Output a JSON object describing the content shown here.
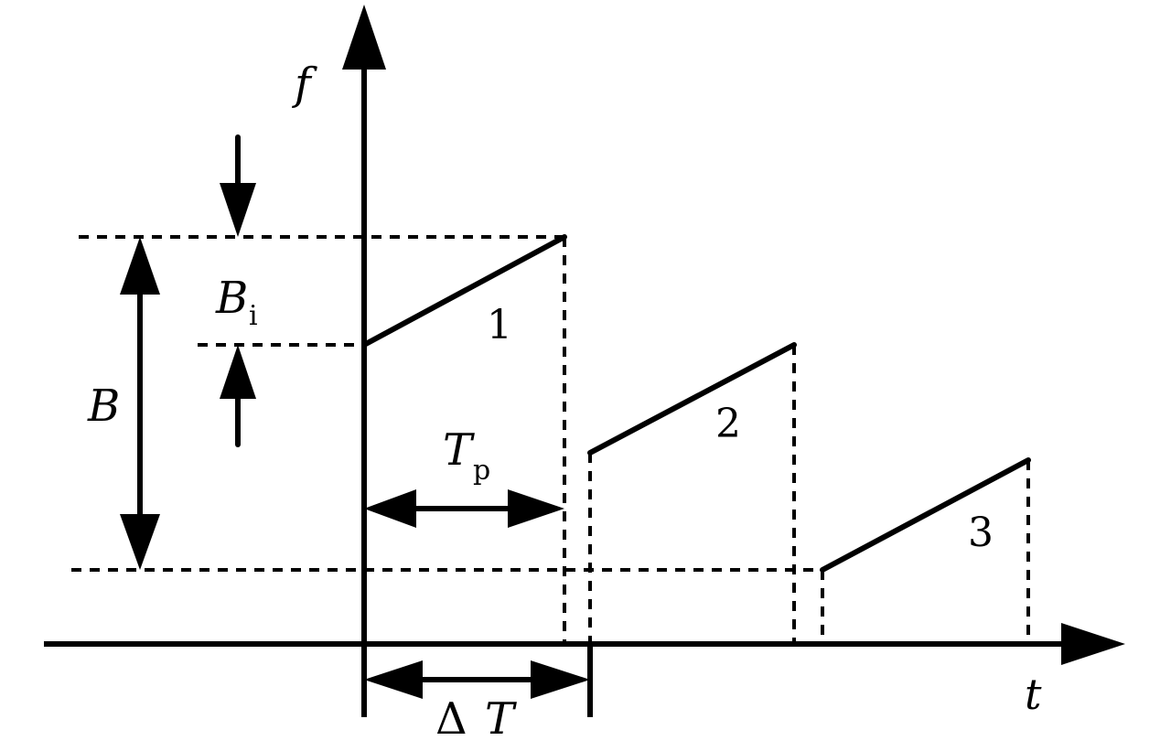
{
  "labels": {
    "f_axis": "f",
    "t_axis": "t",
    "B": "B",
    "Bi_main": "B",
    "Bi_sub": "i",
    "Tp_main": "T",
    "Tp_sub": "p",
    "delta": "Δ",
    "deltaT_T": "T",
    "chirp_1": "1",
    "chirp_2": "2",
    "chirp_3": "3"
  },
  "colors": {
    "ink": "#000000",
    "background": "#ffffff"
  }
}
